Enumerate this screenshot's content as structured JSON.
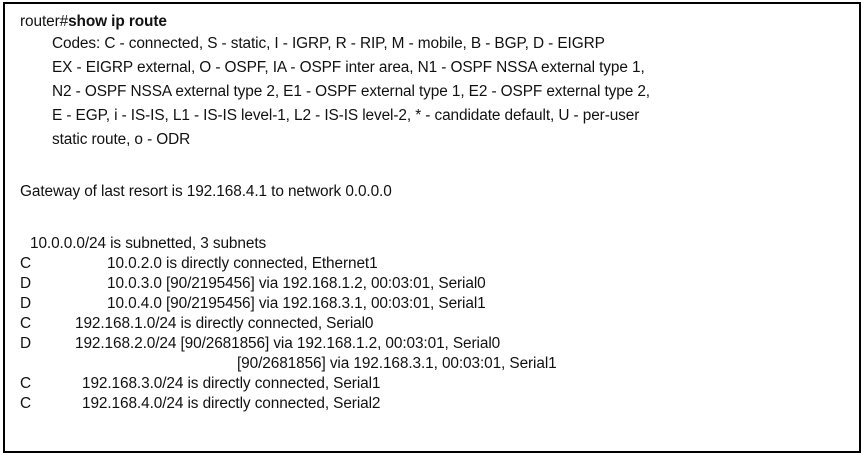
{
  "terminal": {
    "prompt": "router#",
    "command": "show ip route",
    "codes": [
      "Codes: C - connected, S - static, I - IGRP, R - RIP, M - mobile, B - BGP, D - EIGRP",
      "EX - EIGRP external, O - OSPF, IA - OSPF inter area, N1 - OSPF NSSA external type 1,",
      "N2 - OSPF NSSA external type 2, E1 - OSPF external type 1, E2 - OSPF external type 2,",
      "E - EGP, i - IS-IS, L1 - IS-IS level-1, L2 - IS-IS level-2, * - candidate default, U - per-user",
      "static route, o - ODR"
    ],
    "gateway": "Gateway of last resort is 192.168.4.1 to network 0.0.0.0",
    "subnet_header": "10.0.0.0/24 is subnetted, 3 subnets",
    "routes": [
      {
        "code": "C",
        "text": "10.0.2.0 is directly connected, Ethernet1"
      },
      {
        "code": "D",
        "text": "10.0.3.0 [90/2195456] via 192.168.1.2, 00:03:01, Serial0"
      },
      {
        "code": "D",
        "text": "10.0.4.0 [90/2195456] via 192.168.3.1, 00:03:01, Serial1"
      },
      {
        "code": "C",
        "text": "192.168.1.0/24 is directly connected, Serial0"
      },
      {
        "code": "D",
        "text": "192.168.2.0/24 [90/2681856] via 192.168.1.2, 00:03:01, Serial0"
      },
      {
        "code": "",
        "text": "[90/2681856] via 192.168.3.1, 00:03:01, Serial1"
      },
      {
        "code": "C",
        "text": "192.168.3.0/24 is directly connected, Serial1"
      },
      {
        "code": "C",
        "text": "192.168.4.0/24 is directly connected, Serial2"
      }
    ]
  }
}
